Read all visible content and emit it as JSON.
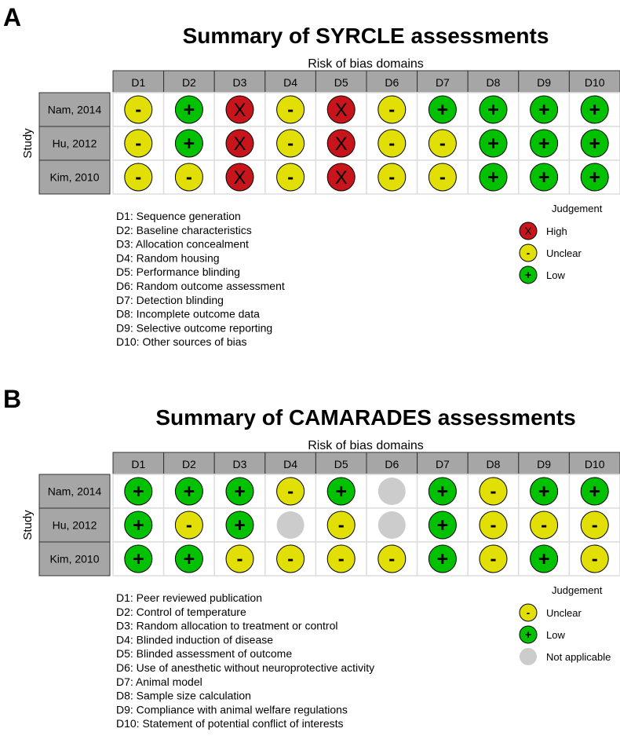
{
  "colors": {
    "high": "#c8151b",
    "unclear": "#e2df07",
    "low": "#02c100",
    "na": "#cccccc",
    "header_bg": "#a6a6a6",
    "grid": "#dddddd"
  },
  "chart_data": [
    {
      "type": "table",
      "panel_label": "A",
      "title": "Summary of SYRCLE assessments",
      "xlabel": "Risk of bias domains",
      "ylabel": "Study",
      "domains": [
        "D1",
        "D2",
        "D3",
        "D4",
        "D5",
        "D6",
        "D7",
        "D8",
        "D9",
        "D10"
      ],
      "studies": [
        "Nam, 2014",
        "Hu, 2012",
        "Kim, 2010"
      ],
      "judgements": [
        [
          "unclear",
          "low",
          "high",
          "unclear",
          "high",
          "unclear",
          "low",
          "low",
          "low",
          "low"
        ],
        [
          "unclear",
          "low",
          "high",
          "unclear",
          "high",
          "unclear",
          "unclear",
          "low",
          "low",
          "low"
        ],
        [
          "unclear",
          "unclear",
          "high",
          "unclear",
          "high",
          "unclear",
          "unclear",
          "low",
          "low",
          "low"
        ]
      ],
      "domain_descriptions": [
        "D1: Sequence generation",
        "D2: Baseline characteristics",
        "D3: Allocation concealment",
        "D4: Random housing",
        "D5: Performance blinding",
        "D6: Random outcome assessment",
        "D7: Detection blinding",
        "D8: Incomplete outcome data",
        "D9: Selective outcome reporting",
        "D10: Other sources of bias"
      ],
      "legend_title": "Judgement",
      "legend": [
        {
          "key": "high",
          "label": "High",
          "symbol": "X"
        },
        {
          "key": "unclear",
          "label": "Unclear",
          "symbol": "-"
        },
        {
          "key": "low",
          "label": "Low",
          "symbol": "+"
        }
      ]
    },
    {
      "type": "table",
      "panel_label": "B",
      "title": "Summary of CAMARADES assessments",
      "xlabel": "Risk of bias domains",
      "ylabel": "Study",
      "domains": [
        "D1",
        "D2",
        "D3",
        "D4",
        "D5",
        "D6",
        "D7",
        "D8",
        "D9",
        "D10"
      ],
      "studies": [
        "Nam, 2014",
        "Hu, 2012",
        "Kim, 2010"
      ],
      "judgements": [
        [
          "low",
          "low",
          "low",
          "unclear",
          "low",
          "na",
          "low",
          "unclear",
          "low",
          "low"
        ],
        [
          "low",
          "unclear",
          "low",
          "na",
          "unclear",
          "na",
          "low",
          "unclear",
          "unclear",
          "unclear"
        ],
        [
          "low",
          "low",
          "unclear",
          "unclear",
          "unclear",
          "unclear",
          "low",
          "unclear",
          "low",
          "unclear"
        ]
      ],
      "domain_descriptions": [
        "D1: Peer reviewed publication",
        "D2: Control of temperature",
        "D3: Random allocation to treatment or control",
        "D4: Blinded induction of disease",
        "D5: Blinded assessment of outcome",
        "D6: Use of anesthetic without neuroprotective activity",
        "D7: Animal model",
        "D8: Sample size calculation",
        "D9: Compliance with animal welfare regulations",
        "D10: Statement of potential conflict of interests"
      ],
      "legend_title": "Judgement",
      "legend": [
        {
          "key": "unclear",
          "label": "Unclear",
          "symbol": "-"
        },
        {
          "key": "low",
          "label": "Low",
          "symbol": "+"
        },
        {
          "key": "na",
          "label": "Not applicable",
          "symbol": ""
        }
      ]
    }
  ]
}
